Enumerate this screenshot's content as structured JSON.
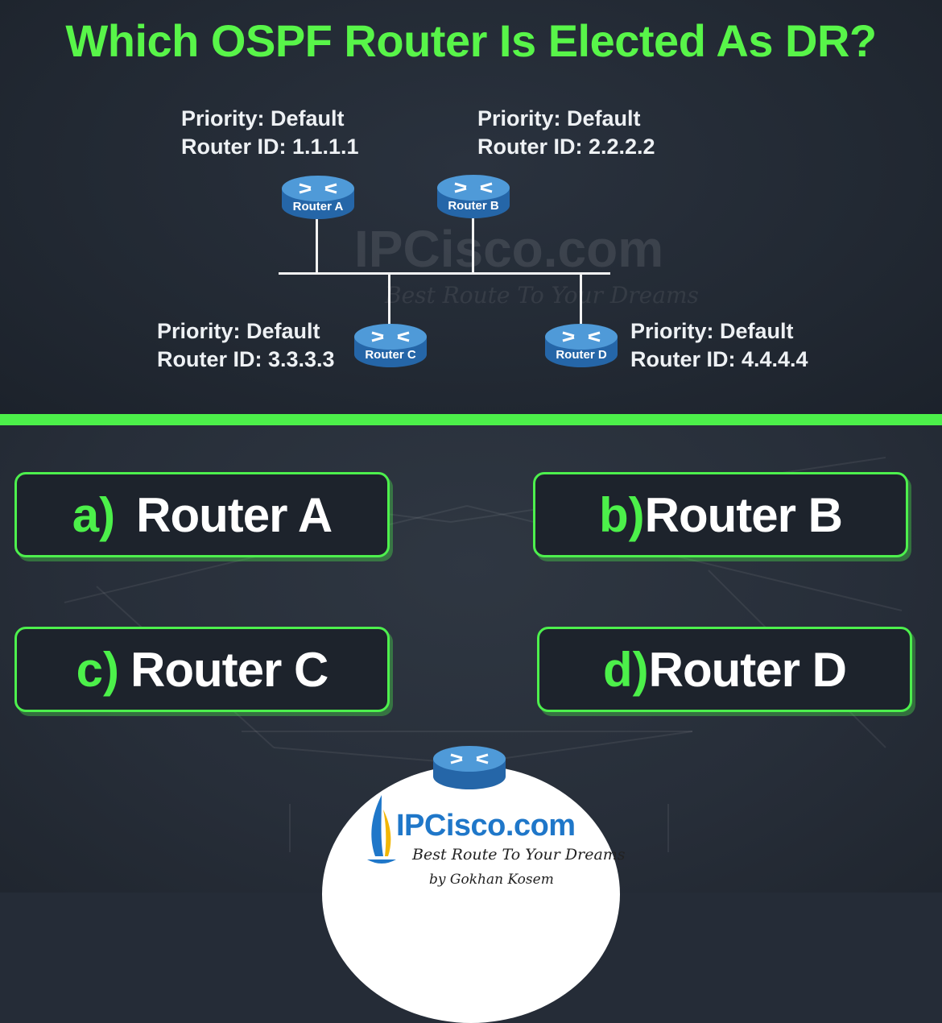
{
  "title": "Which OSPF Router Is Elected As DR?",
  "routers": [
    {
      "label": "Router A",
      "priority": "Priority: Default",
      "router_id": "Router ID: 1.1.1.1"
    },
    {
      "label": "Router B",
      "priority": "Priority: Default",
      "router_id": "Router ID: 2.2.2.2"
    },
    {
      "label": "Router C",
      "priority": "Priority: Default",
      "router_id": "Router ID: 3.3.3.3"
    },
    {
      "label": "Router D",
      "priority": "Priority: Default",
      "router_id": "Router ID: 4.4.4.4"
    }
  ],
  "watermark": {
    "name": "IPCisco.com",
    "tagline": "Best Route To Your Dreams"
  },
  "options": [
    {
      "letter": "a)",
      "text": "Router A"
    },
    {
      "letter": "b)",
      "text": "Router B"
    },
    {
      "letter": "c)",
      "text": "Router C"
    },
    {
      "letter": "d)",
      "text": "Router D"
    }
  ],
  "logo": {
    "name": "IPCisco.com",
    "tagline": "Best Route To Your Dreams",
    "author": "by Gokhan Kosem"
  },
  "colors": {
    "accent": "#4cf04a",
    "background": "#252c37",
    "router_blue": "#2f6fb0"
  },
  "icons": {
    "router": "router-icon",
    "sail": "sailboat-icon"
  }
}
